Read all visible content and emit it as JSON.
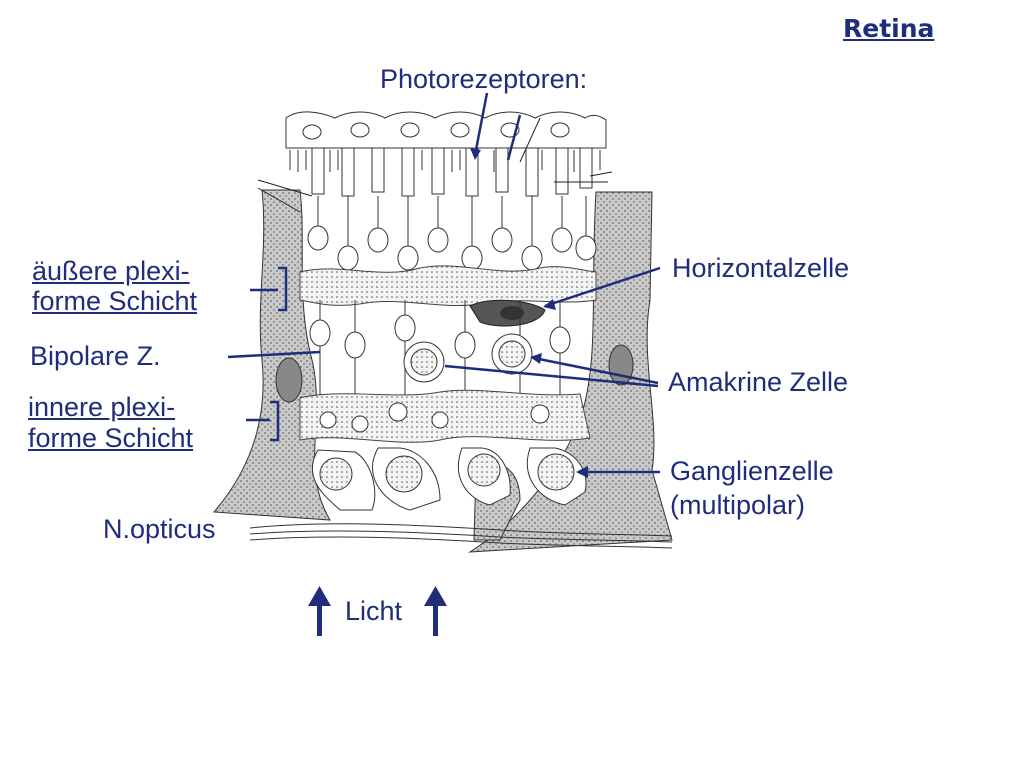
{
  "title": "Retina",
  "labels": {
    "photoreceptors": "Photorezeptoren:",
    "outer_plexiform_1": "äußere plexi-",
    "outer_plexiform_2": "forme Schicht",
    "bipolar": "Bipolare Z.",
    "inner_plexiform_1": "innere plexi-",
    "inner_plexiform_2": "forme Schicht",
    "horizontal": "Horizontalzelle",
    "amacrine": "Amakrine Zelle",
    "ganglion_1": "Ganglienzelle",
    "ganglion_2": "(multipolar)",
    "optic_nerve": "N.opticus",
    "light": "Licht"
  },
  "colors": {
    "label": "#1f2d7a",
    "ink": "#222222",
    "stipple": "#8a8a8a"
  }
}
